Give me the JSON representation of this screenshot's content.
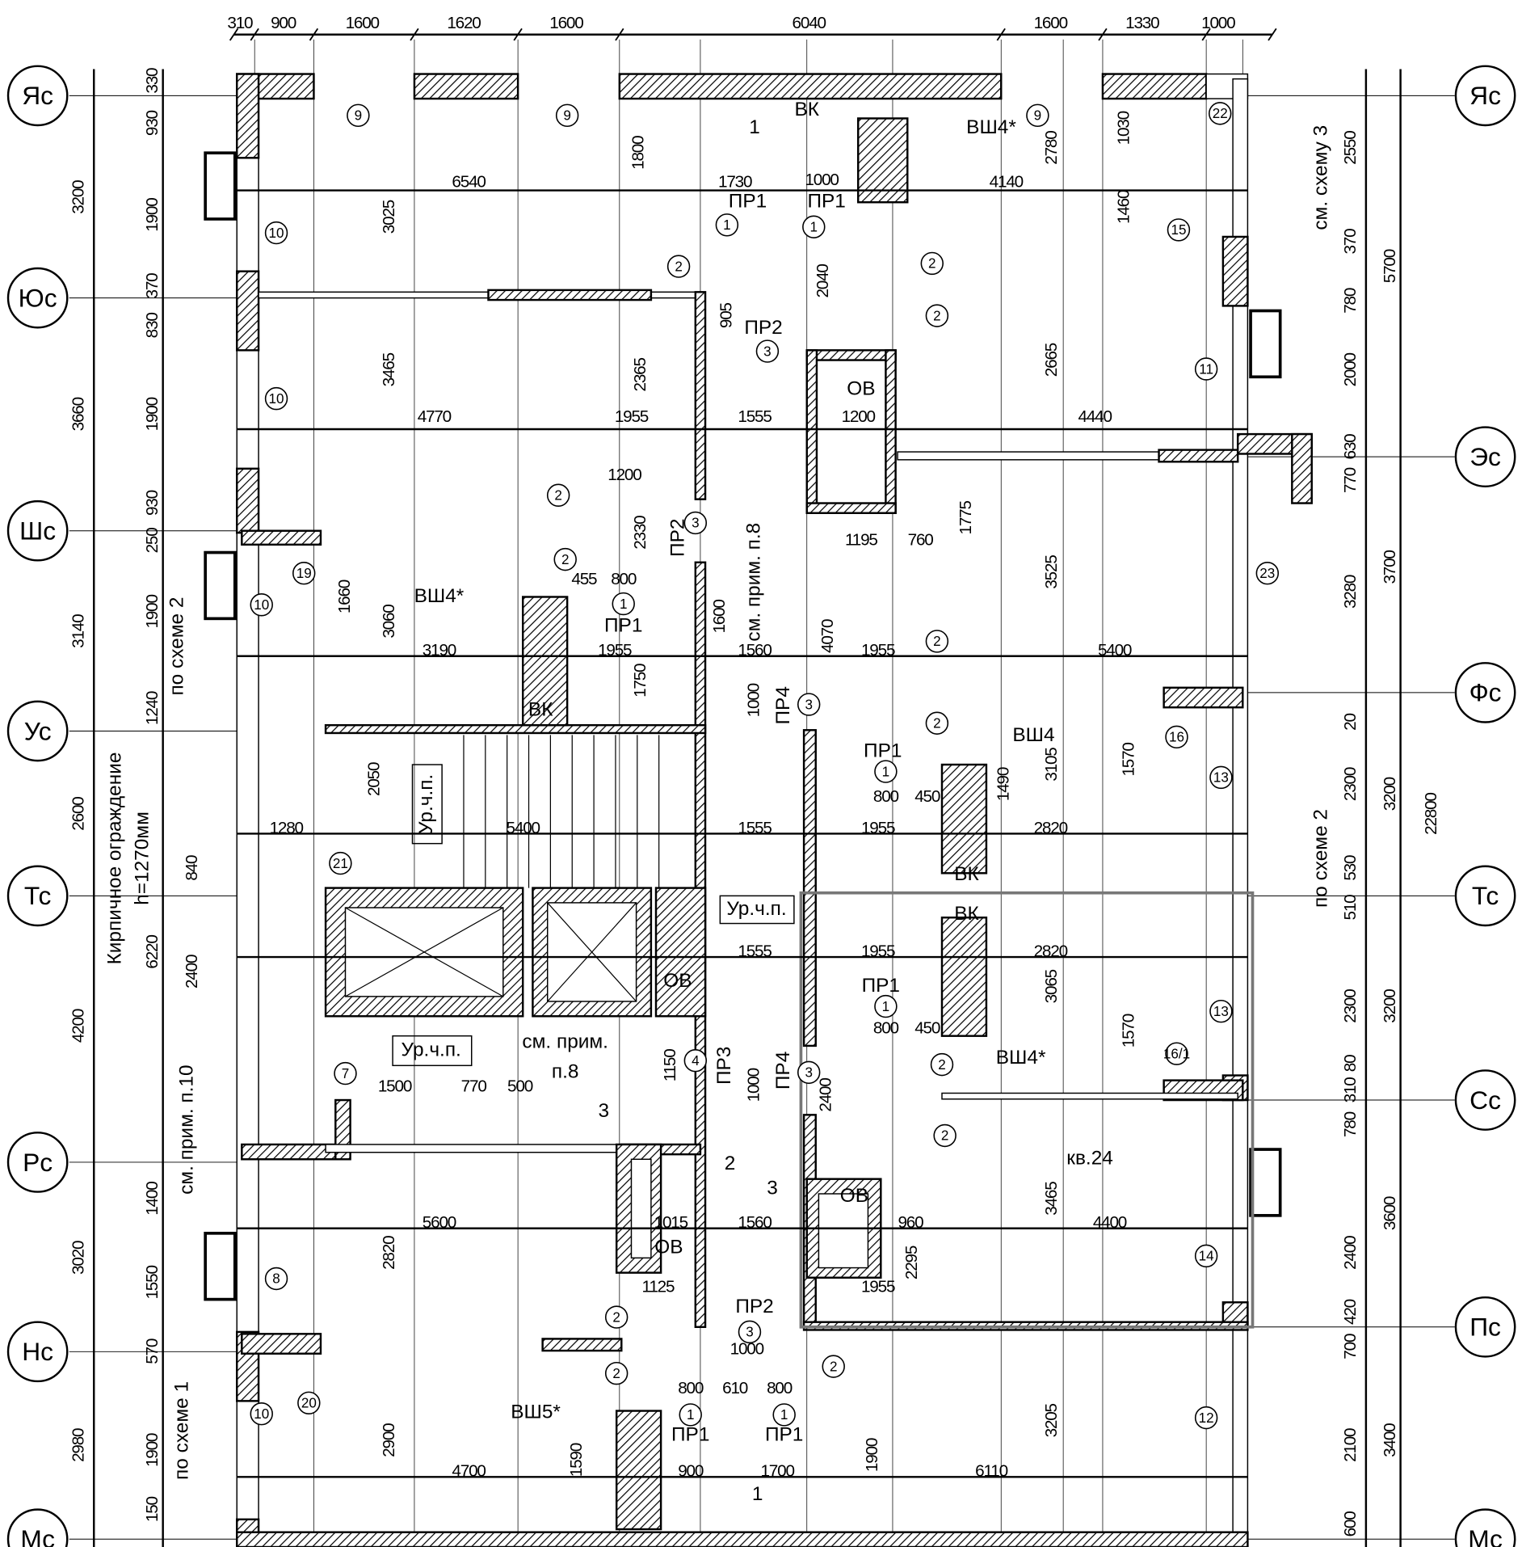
{
  "axes_left": [
    "Яс",
    "Юс",
    "Шс",
    "Ус",
    "Тс",
    "Рс",
    "Нс",
    "Мс"
  ],
  "axes_right": [
    "Яс",
    "Эс",
    "Фс",
    "Тс",
    "Сс",
    "Пс",
    "Мс"
  ],
  "top_dims": [
    "310",
    "900",
    "1600",
    "1620",
    "1600",
    "6040",
    "1600",
    "1330",
    "1000"
  ],
  "left_outer_dims": [
    "3200",
    "3660",
    "3140",
    "2600",
    "4200",
    "3020",
    "2980"
  ],
  "left_inner_dims": [
    "330",
    "930",
    "1900",
    "370",
    "830",
    "1900",
    "930",
    "250",
    "1900",
    "1240",
    "6220",
    "1400",
    "1550",
    "570",
    "1900",
    "150"
  ],
  "right_outer_dims": [
    "5700",
    "3700",
    "3200",
    "3200",
    "3600",
    "3400",
    "22800"
  ],
  "right_inner_dims": [
    "2550",
    "370",
    "780",
    "2000",
    "630",
    "770",
    "3280",
    "20",
    "2300",
    "530",
    "510",
    "2300",
    "80",
    "310",
    "780",
    "2400",
    "420",
    "700",
    "2100",
    "600"
  ],
  "h_dims": [
    "6540",
    "4140",
    "1730",
    "1000",
    "4770",
    "1955",
    "1555",
    "1200",
    "4440",
    "3190",
    "1955",
    "1560",
    "1955",
    "5400",
    "1280",
    "5400",
    "1555",
    "1955",
    "2820",
    "1555",
    "1955",
    "2820",
    "1500",
    "770",
    "500",
    "5600",
    "1015",
    "1560",
    "960",
    "4400",
    "1125",
    "1955",
    "4700",
    "900",
    "1700",
    "6110",
    "800",
    "610",
    "800",
    "1000",
    "1200",
    "1195",
    "760",
    "800",
    "455",
    "800",
    "450",
    "800",
    "450"
  ],
  "v_dims": [
    "3025",
    "1800",
    "2780",
    "1030",
    "1460",
    "2040",
    "905",
    "2365",
    "2665",
    "3465",
    "2330",
    "1775",
    "3525",
    "3060",
    "1660",
    "1600",
    "4070",
    "1750",
    "1000",
    "2050",
    "3105",
    "1490",
    "1570",
    "2400",
    "3065",
    "1570",
    "1150",
    "1000",
    "2400",
    "3465",
    "2820",
    "2295",
    "2900",
    "3205",
    "1590",
    "1900",
    "840"
  ],
  "circled": [
    "9",
    "9",
    "9",
    "10",
    "10",
    "10",
    "10",
    "19",
    "21",
    "7",
    "8",
    "20",
    "15",
    "11",
    "23",
    "16",
    "13",
    "13",
    "16/1",
    "14",
    "12",
    "22",
    "1",
    "1",
    "1",
    "1",
    "1",
    "1",
    "1",
    "2",
    "2",
    "2",
    "2",
    "2",
    "2",
    "2",
    "2",
    "2",
    "2",
    "2",
    "2",
    "3",
    "3",
    "3",
    "3",
    "3",
    "4"
  ],
  "labels": {
    "level_mark": "Ур.ч.п.",
    "apartment": "кв.24",
    "shaft_vsh4_star": "ВШ4*",
    "shaft_vsh4": "ВШ4",
    "shaft_vsh5_star": "ВШ5*",
    "see_note": "см. прим.",
    "note_8": "п.8",
    "see_note_8": "см. прим. п.8",
    "brick_fence": "Кирпичное ограждение",
    "fence_height": "h=1270мм",
    "see_note_10": "см. прим. п.10",
    "scheme_2": "по схеме 2",
    "scheme_1": "по схеме 1",
    "see_scheme_3": "см. схему 3",
    "ov": "ОВ",
    "vk": "ВК",
    "pr1": "ПР1",
    "pr2": "ПР2",
    "pr3": "ПР3",
    "pr4": "ПР4",
    "leader_1": "1",
    "leader_2": "2",
    "leader_3": "3"
  }
}
